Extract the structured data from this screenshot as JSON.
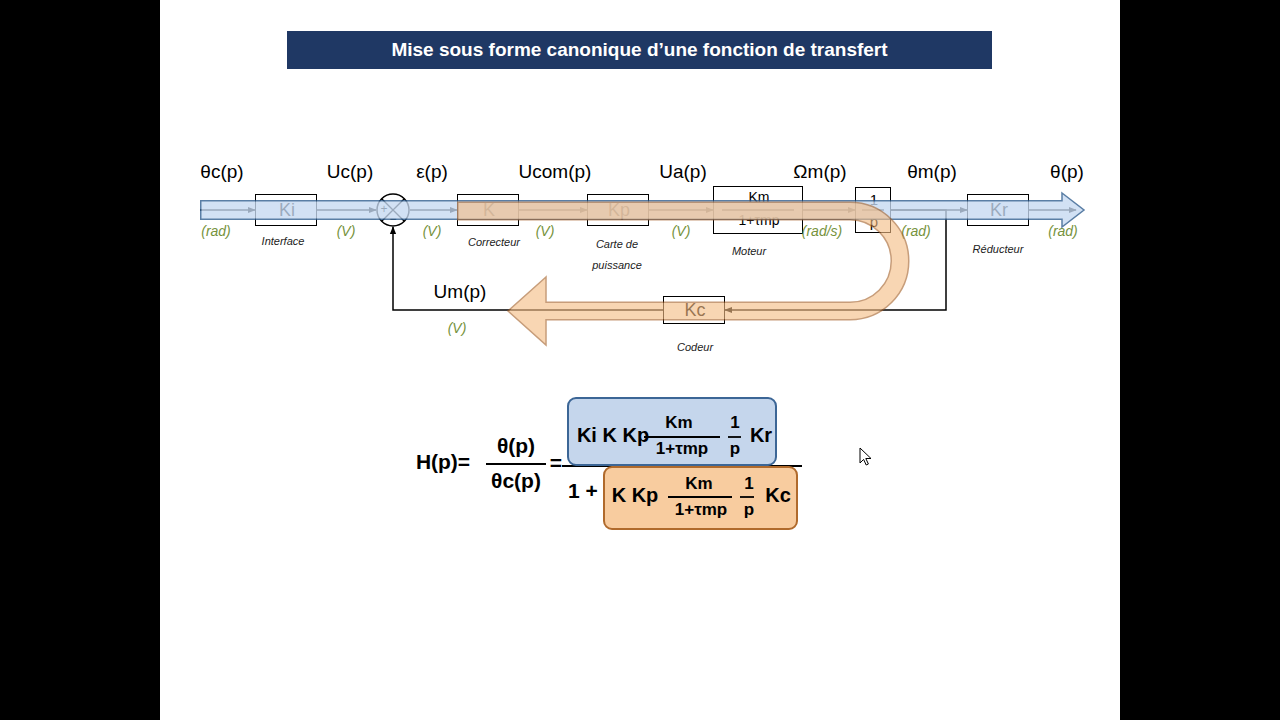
{
  "diagram": {
    "title": "Mise sous forme canonique d’une fonction de transfert",
    "nodes": [
      {
        "text": [
          "Ki",
          "Interface"
        ]
      },
      {
        "text": [
          "+",
          "−"
        ]
      },
      {
        "text": [
          "K",
          "Correcteur"
        ]
      },
      {
        "text": [
          "Kp",
          "Carte de puissance"
        ]
      },
      {
        "text": [
          "Km",
          "1+τmp",
          "Moteur"
        ]
      },
      {
        "text": [
          "1",
          "p"
        ]
      },
      {
        "text": [
          "Kr",
          "Réducteur"
        ]
      },
      {
        "text": [
          "Kc",
          "Codeur"
        ]
      },
      {
        "text": [
          "Ki K Kp",
          "Km",
          "1+τmp",
          "1",
          "p",
          "Kr"
        ]
      },
      {
        "text": [
          "K Kp",
          "Km",
          "1+τmp",
          "1",
          "p",
          "Kc"
        ]
      }
    ],
    "edges": [
      {
        "from": 0,
        "to": 1,
        "arrow": "to",
        "label": "Uc(p)"
      },
      {
        "from": 1,
        "to": 2,
        "arrow": "to",
        "label": "ε(p)"
      },
      {
        "from": 2,
        "to": 3,
        "arrow": "to",
        "label": "Ucom(p)"
      },
      {
        "from": 3,
        "to": 4,
        "arrow": "to",
        "label": "Ua(p)"
      },
      {
        "from": 4,
        "to": 5,
        "arrow": "to",
        "label": "Ωm(p)"
      },
      {
        "from": 5,
        "to": 6,
        "arrow": "to",
        "label": "θm(p)"
      },
      {
        "from": 5,
        "to": 7,
        "arrow": "to"
      },
      {
        "from": 7,
        "to": 1,
        "arrow": "to",
        "label": "Um(p)"
      }
    ],
    "labels": [
      "θc(p)",
      "(rad)",
      "(V)",
      "(V)",
      "(V)",
      "(V)",
      "(rad/s)",
      "(rad)",
      "(rad)",
      "θ(p)",
      "(V)",
      "H(p)=",
      "θ(p)",
      "θc(p)",
      "=",
      "1 +"
    ]
  }
}
